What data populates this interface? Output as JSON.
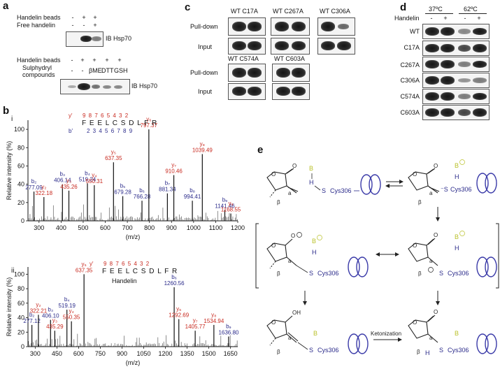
{
  "panel_labels": {
    "a": "a",
    "b": "b",
    "c": "c",
    "d": "d",
    "e": "e"
  },
  "panel_a": {
    "top_rows": [
      {
        "label": "Handelin beads",
        "marks": [
          "-",
          "+",
          "+"
        ]
      },
      {
        "label": "Free handelin",
        "marks": [
          "-",
          "-",
          "+"
        ]
      }
    ],
    "top_blot_label": "IB Hsp70",
    "bottom_rows": [
      {
        "label": "Handelin beads",
        "marks": [
          "-",
          "+",
          "+",
          "+",
          "+"
        ]
      }
    ],
    "sulph_label_1": "Sulphydryl",
    "sulph_label_2": "compounds",
    "sulph_marks": [
      "-",
      "-",
      "βME",
      "DTT",
      "GSH"
    ],
    "bottom_blot_label": "IB Hsp70"
  },
  "panel_c": {
    "rows": [
      "Pull-down",
      "Input"
    ],
    "top_groups": [
      {
        "label": "WT C17A"
      },
      {
        "label": "WT C267A"
      },
      {
        "label": "WT   C306A"
      }
    ],
    "bottom_groups": [
      {
        "label": "WT C574A"
      },
      {
        "label": "WT C603A"
      }
    ]
  },
  "panel_d": {
    "temps": [
      "37ºC",
      "62ºC"
    ],
    "handelin_label": "Handelin",
    "handelin_marks": [
      "-",
      "+",
      "-",
      "+"
    ],
    "rows": [
      "WT",
      "C17A",
      "C267A",
      "C306A",
      "C574A",
      "C603A"
    ]
  },
  "panel_b": {
    "sub_i": "i",
    "sub_ii": "ii",
    "ylabel": "Relative intensity (%)",
    "xlabel": "(m/z)",
    "sequence": "F E E L C S D L F R",
    "y_index_label": "y'",
    "b_index_label": "b'",
    "y_ions_top": "9 8 7 6 5 4 3 2",
    "b_ions_bot": "2 3 4 5 6 7 8 9",
    "handelin_label": "Handelin",
    "yticks": [
      "0",
      "20",
      "40",
      "60",
      "80",
      "100"
    ],
    "xticks_i": [
      "300",
      "400",
      "500",
      "600",
      "700",
      "800",
      "900",
      "1000",
      "1100",
      "1200"
    ],
    "xticks_ii": [
      "300",
      "450",
      "600",
      "750",
      "900",
      "1050",
      "1200",
      "1350",
      "1500",
      "1650"
    ]
  },
  "chart_data": [
    {
      "type": "bar",
      "title": "",
      "xlabel": "(m/z)",
      "ylabel": "Relative intensity (%)",
      "xlim": [
        250,
        1200
      ],
      "ylim": [
        0,
        110
      ],
      "series": [
        {
          "name": "b ions",
          "color": "#2a2a8a",
          "points": [
            {
              "x": 277.09,
              "y": 32,
              "label": "b₂ 277.09"
            },
            {
              "x": 406.14,
              "y": 40,
              "label": "b₃ 406.14"
            },
            {
              "x": 519.24,
              "y": 41,
              "label": "b₄ 519.24"
            },
            {
              "x": 679.28,
              "y": 27,
              "label": "b₅ 679.28"
            },
            {
              "x": 766.28,
              "y": 22,
              "label": "b₆ 766.28"
            },
            {
              "x": 881.34,
              "y": 30,
              "label": "b₇ 881.34"
            },
            {
              "x": 994.41,
              "y": 22,
              "label": "b₈ 994.41"
            },
            {
              "x": 1141.46,
              "y": 12,
              "label": "b₉ 1141.46"
            }
          ]
        },
        {
          "name": "y ions",
          "color": "#c8281e",
          "points": [
            {
              "x": 322.18,
              "y": 26,
              "label": "y₂ 322.18"
            },
            {
              "x": 435.26,
              "y": 33,
              "label": "y₃ 435.26"
            },
            {
              "x": 550.31,
              "y": 39,
              "label": "y₄ 550.31"
            },
            {
              "x": 637.35,
              "y": 64,
              "label": "y₅ 637.35"
            },
            {
              "x": 797.37,
              "y": 100,
              "label": "y₆ 797.37"
            },
            {
              "x": 910.46,
              "y": 50,
              "label": "y₇ 910.46"
            },
            {
              "x": 1039.49,
              "y": 73,
              "label": "y₈ 1039.49"
            },
            {
              "x": 1168.55,
              "y": 8,
              "label": "y₉ 1168.55"
            }
          ]
        }
      ]
    },
    {
      "type": "bar",
      "title": "",
      "xlabel": "(m/z)",
      "ylabel": "Relative intensity (%)",
      "xlim": [
        250,
        1700
      ],
      "ylim": [
        0,
        110
      ],
      "series": [
        {
          "name": "b ions",
          "color": "#2a2a8a",
          "points": [
            {
              "x": 277.12,
              "y": 30,
              "label": "b₂ 277.12"
            },
            {
              "x": 406.1,
              "y": 37,
              "label": "b₃ 406.10"
            },
            {
              "x": 519.19,
              "y": 51,
              "label": "b₄ 519.19"
            },
            {
              "x": 1260.56,
              "y": 82,
              "label": "b₆ 1260.56"
            },
            {
              "x": 1636.8,
              "y": 14,
              "label": "b₉ 1636.80"
            }
          ]
        },
        {
          "name": "y ions",
          "color": "#c8281e",
          "points": [
            {
              "x": 322.21,
              "y": 44,
              "label": "y₂ 322.21"
            },
            {
              "x": 435.29,
              "y": 22,
              "label": "y₃ 435.29"
            },
            {
              "x": 550.35,
              "y": 35,
              "label": "y₄ 550.35"
            },
            {
              "x": 637.35,
              "y": 100,
              "label": "y₅ 637.35"
            },
            {
              "x": 1292.69,
              "y": 38,
              "label": "y₆ 1292.69"
            },
            {
              "x": 1405.77,
              "y": 22,
              "label": "y₇ 1405.77"
            },
            {
              "x": 1534.94,
              "y": 30,
              "label": "y₈ 1534.94"
            }
          ]
        }
      ]
    }
  ],
  "panel_e": {
    "b_label": "B",
    "b_plus_label": "B",
    "h_label": "H",
    "s_cys": "S",
    "cys_label": "Cys306",
    "neg_cys_label": "⁻S",
    "alpha": "a",
    "beta": "β",
    "oh_label": "OH",
    "ketonization": "Ketonization"
  }
}
